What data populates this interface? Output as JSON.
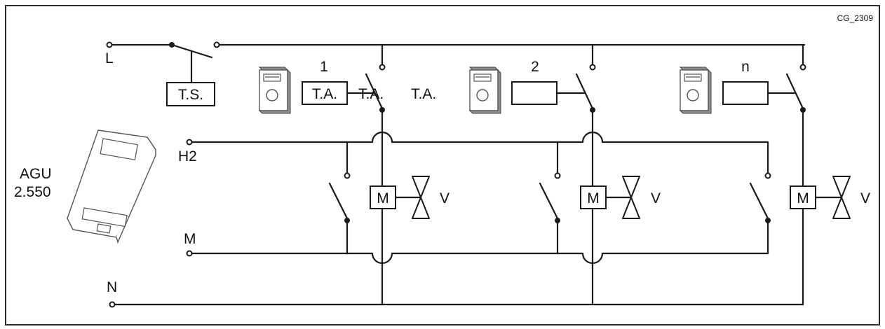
{
  "reference": "CG_2309",
  "device": {
    "line1": "AGU",
    "line2": "2.550"
  },
  "terminals": {
    "L": "L",
    "H2": "H2",
    "M": "M",
    "N": "N"
  },
  "switch_label": "T.S.",
  "zones": [
    {
      "number": "1",
      "ta_label": "T.A.",
      "motor": "M",
      "valve": "V"
    },
    {
      "number": "2",
      "ta_label": "",
      "motor": "M",
      "valve": "V"
    },
    {
      "number": "n",
      "ta_label": "",
      "motor": "M",
      "valve": "V"
    }
  ],
  "floating_labels": [
    "T.A.",
    "T.A."
  ]
}
